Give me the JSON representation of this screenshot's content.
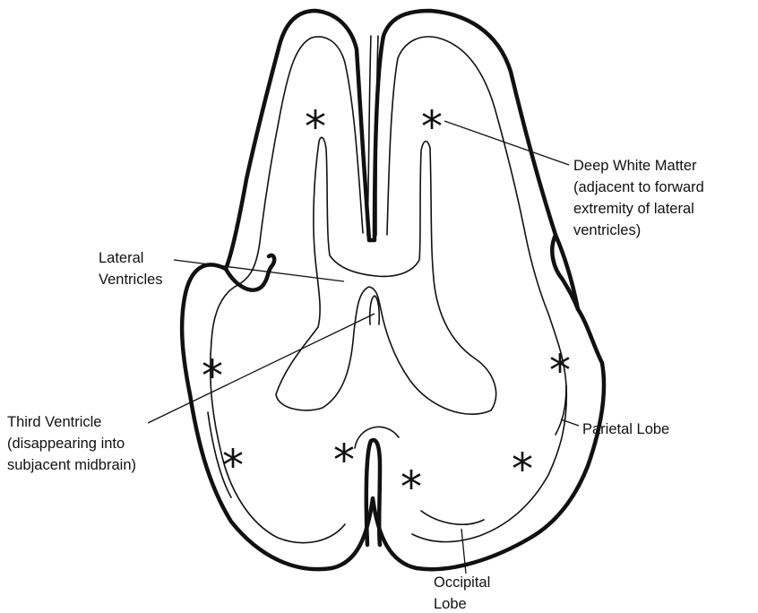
{
  "labels": {
    "deep_white_matter": [
      "Deep White Matter",
      "(adjacent to forward",
      "extremity of lateral",
      "ventricles)"
    ],
    "lateral_ventricles": [
      "Lateral",
      "Ventricles"
    ],
    "third_ventricle": [
      "Third Ventricle",
      "(disappearing into",
      "subjacent midbrain)"
    ],
    "parietal_lobe": [
      "Parietal Lobe"
    ],
    "occipital_lobe": [
      "Occipital",
      "Lobe"
    ]
  },
  "marker_symbol": "*"
}
